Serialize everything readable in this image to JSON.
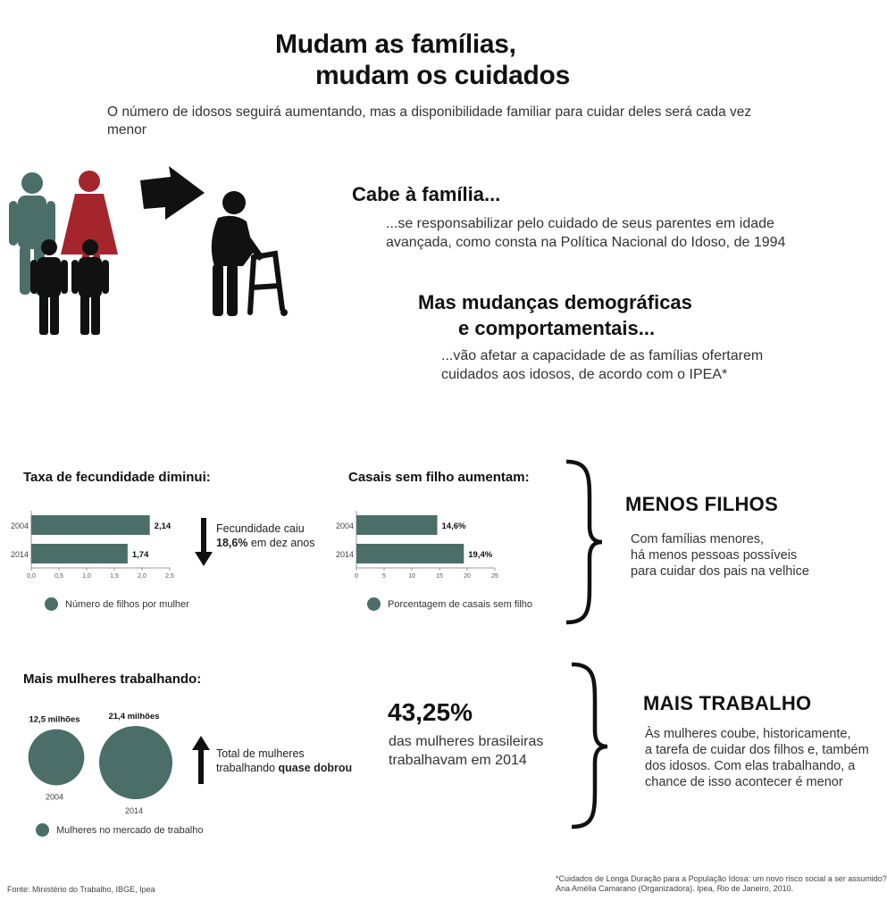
{
  "header": {
    "title_line1": "Mudam as famílias,",
    "title_line2": "mudam os cuidados",
    "subtitle": "O número de idosos seguirá aumentando, mas a disponibilidade familiar para cuidar deles será cada vez menor"
  },
  "intro": {
    "heading1": "Cabe à família...",
    "text1": "...se responsabilizar pelo cuidado de seus parentes em idade avançada, como consta na Política Nacional do Idoso, de 1994",
    "heading2_line1": "Mas mudanças demográficas",
    "heading2_line2": "e comportamentais...",
    "text2": "...vão afetar a capacidade de as famílias ofertarem cuidados aos idosos, de acordo com o IPEA*"
  },
  "fecundidade": {
    "title": "Taxa de fecundidade diminui:",
    "note_line1": "Fecundidade caiu",
    "note_bold": "18,6%",
    "note_rest": " em dez anos",
    "legend": "Número de filhos por mulher"
  },
  "casais": {
    "title": "Casais sem filho aumentam:",
    "legend": "Porcentagem de casais sem filho"
  },
  "menos_filhos": {
    "label": "MENOS FILHOS",
    "text_line1": "Com famílias menores,",
    "text_line2": "há menos pessoas possíveis",
    "text_line3": "para cuidar dos pais na velhice"
  },
  "mulheres": {
    "title": "Mais mulheres trabalhando:",
    "note_line1": "Total de mulheres",
    "note_line2_start": "trabalhando ",
    "note_line2_bold": "quase dobrou",
    "legend": "Mulheres no mercado de trabalho",
    "stat_value": "43,25%",
    "stat_text_line1": "das mulheres brasileiras",
    "stat_text_line2": "trabalhavam em 2014"
  },
  "mais_trabalho": {
    "label": "MAIS TRABALHO",
    "text_line1": "Às mulheres coube, historicamente,",
    "text_line2": " a tarefa de cuidar dos filhos e, também",
    "text_line3": "dos idosos. Com elas trabalhando, a",
    "text_line4": "chance de isso acontecer é menor"
  },
  "footer": {
    "source": "Fonte: Ministério do Trabalho, IBGE, Ipea",
    "reference_line1": "*Cuidados de Longa Duração para a População Idosa: um novo risco social a ser assumido?",
    "reference_line2": "Ana Amélia Camarano (Organizadora). Ipea, Rio de Janeiro, 2010."
  },
  "colors": {
    "bar": "#4b6e69",
    "dark_red": "#a4262c",
    "figure_black": "#111111"
  },
  "icons": [
    "family-icon",
    "arrow-right-icon",
    "elderly-walker-icon",
    "arrow-down-icon",
    "arrow-up-icon",
    "curly-brace-icon"
  ],
  "chart_data": [
    {
      "type": "bar",
      "orientation": "horizontal",
      "title": "Taxa de fecundidade diminui:",
      "categories": [
        "2004",
        "2014"
      ],
      "values": [
        2.14,
        1.74
      ],
      "value_labels": [
        "2,14",
        "1,74"
      ],
      "xticks": [
        "0,0",
        "0,5",
        "1,0",
        "1,5",
        "2,0",
        "2,5"
      ],
      "xlim": [
        0,
        2.5
      ],
      "legend": "Número de filhos por mulher"
    },
    {
      "type": "bar",
      "orientation": "horizontal",
      "title": "Casais sem filho aumentam:",
      "categories": [
        "2004",
        "2014"
      ],
      "values": [
        14.6,
        19.4
      ],
      "value_labels": [
        "14,6%",
        "19,4%"
      ],
      "xticks": [
        "0",
        "5",
        "10",
        "15",
        "20",
        "25"
      ],
      "xlim": [
        0,
        25
      ],
      "legend": "Porcentagem de casais sem filho"
    },
    {
      "type": "bubble",
      "title": "Mais mulheres trabalhando:",
      "categories": [
        "2004",
        "2014"
      ],
      "values": [
        12.5,
        21.4
      ],
      "value_labels": [
        "12,5 milhões",
        "21,4 milhões"
      ],
      "legend": "Mulheres no mercado de trabalho"
    }
  ]
}
